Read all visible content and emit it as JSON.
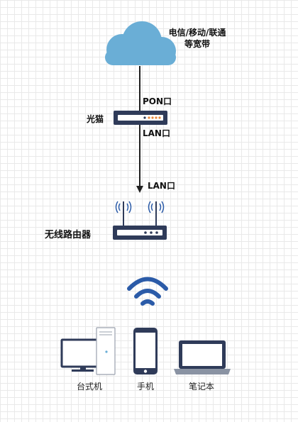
{
  "isp": {
    "line1": "电信/移动/联通",
    "line2": "等宽带"
  },
  "ports": {
    "pon": "PON口",
    "lan_modem": "LAN口",
    "lan_router": "LAN口"
  },
  "devices": {
    "modem": "光猫",
    "router": "无线路由器",
    "desktop": "台式机",
    "phone": "手机",
    "laptop": "笔记本"
  },
  "colors": {
    "cloud": "#6aaed6",
    "wifi": "#2b5ba8",
    "device_dark": "#2f3b59",
    "line": "#222222"
  }
}
